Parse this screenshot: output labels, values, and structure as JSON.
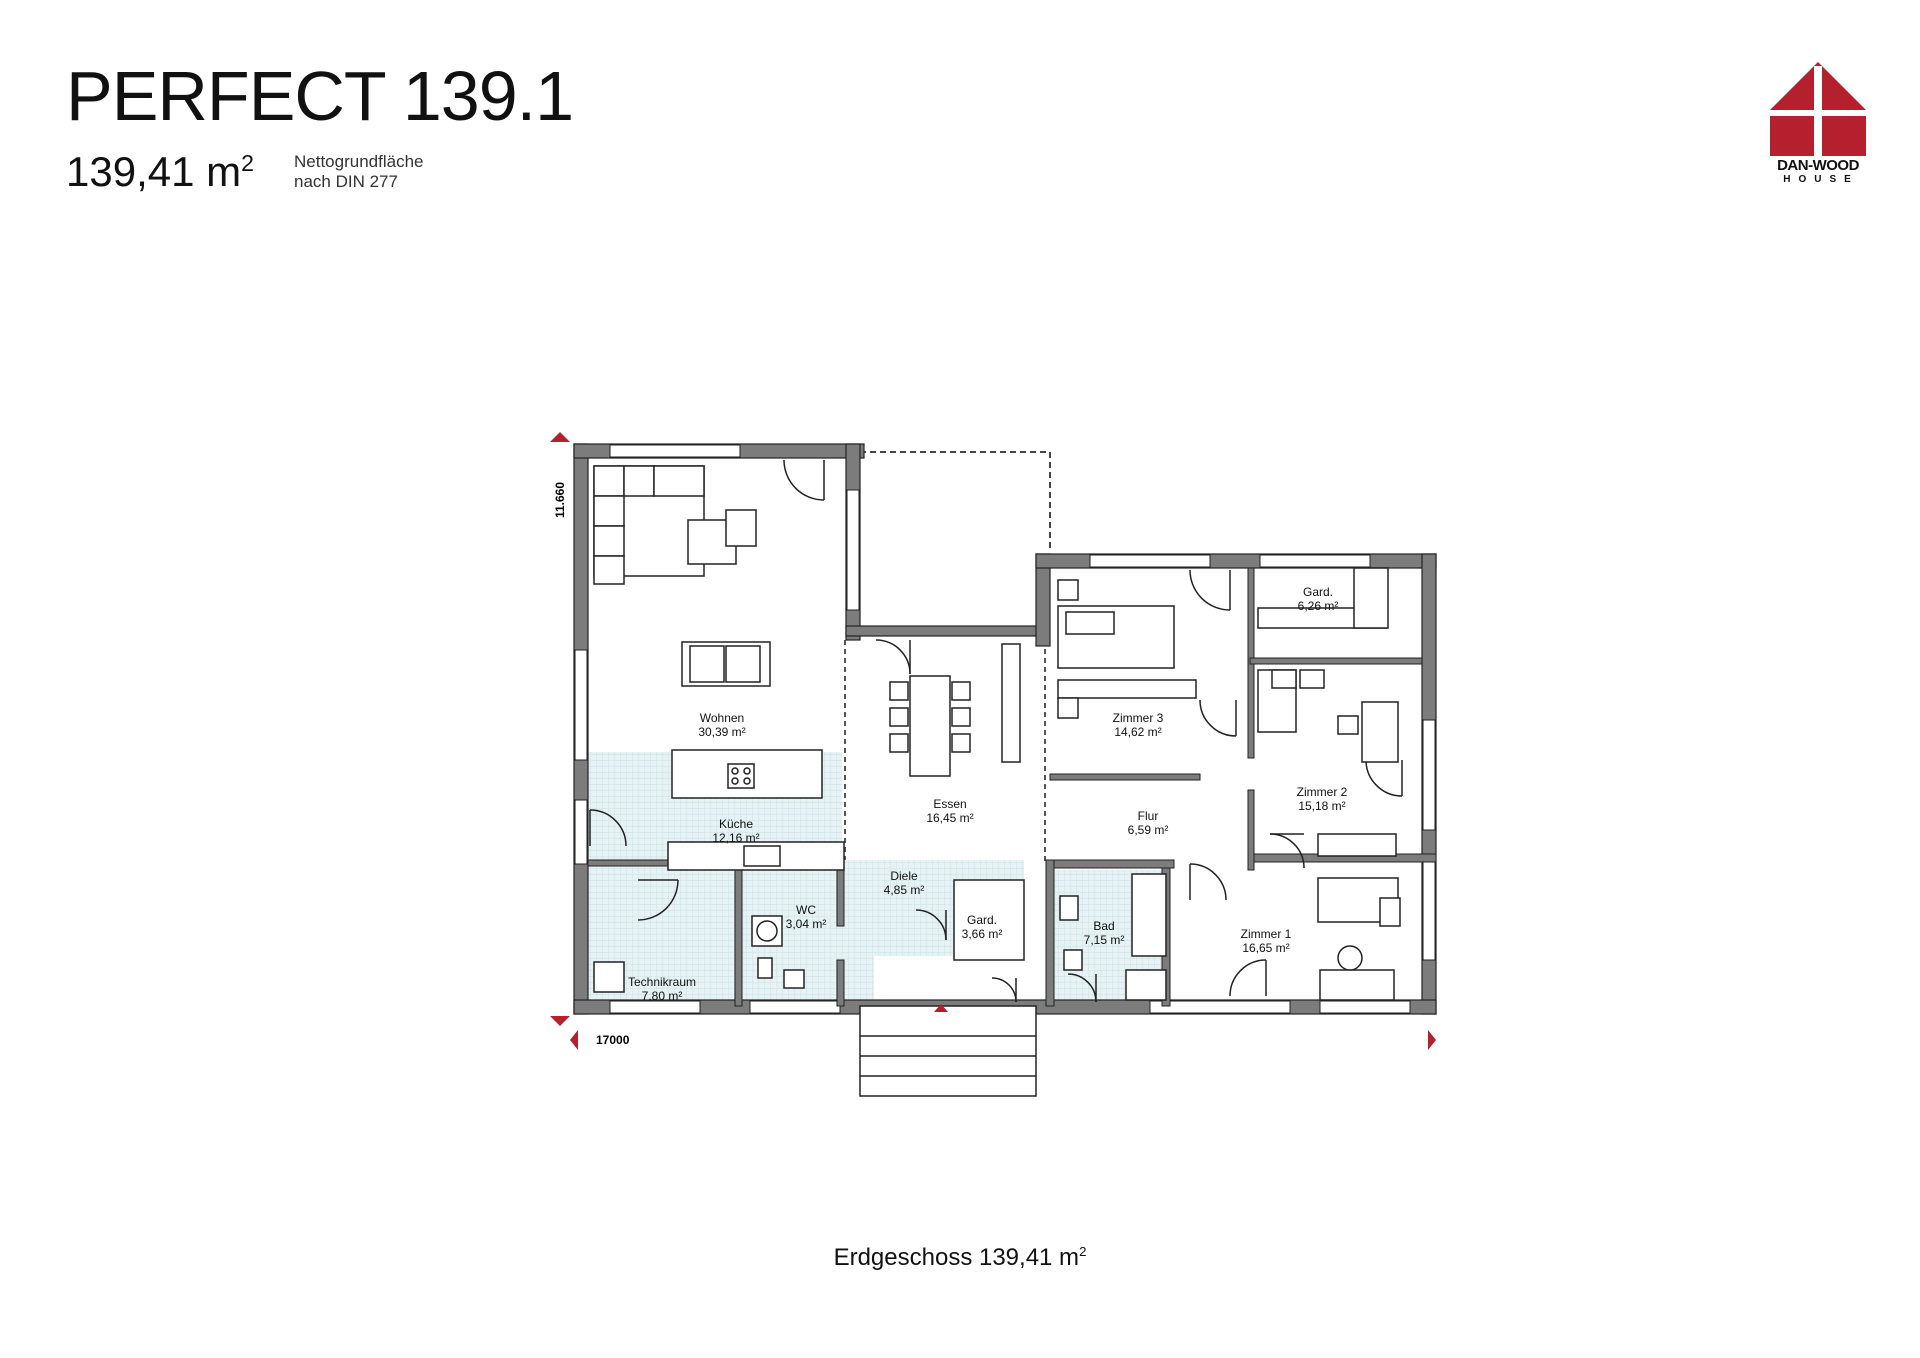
{
  "header": {
    "title": "PERFECT 139.1",
    "area_value": "139,41 m",
    "area_exp": "2",
    "note_line1": "Nettogrundfläche",
    "note_line2": "nach DIN 277"
  },
  "logo": {
    "name": "DAN-WOOD",
    "sub": "HOUSE",
    "icon": "house-cross-icon",
    "color": "#b5202e"
  },
  "dimensions": {
    "height": "11.660",
    "width": "17000"
  },
  "rooms": {
    "wohnen": {
      "name": "Wohnen",
      "area": "30,39 m²"
    },
    "kueche": {
      "name": "Küche",
      "area": "12,16 m²"
    },
    "essen": {
      "name": "Essen",
      "area": "16,45 m²"
    },
    "diele": {
      "name": "Diele",
      "area": "4,85 m²"
    },
    "wc": {
      "name": "WC",
      "area": "3,04 m²"
    },
    "technik": {
      "name": "Technikraum",
      "area": "7,80 m²"
    },
    "gard1": {
      "name": "Gard.",
      "area": "3,66 m²"
    },
    "gard2": {
      "name": "Gard.",
      "area": "6,26 m²"
    },
    "zimmer3": {
      "name": "Zimmer 3",
      "area": "14,62 m²"
    },
    "zimmer2": {
      "name": "Zimmer 2",
      "area": "15,18 m²"
    },
    "zimmer1": {
      "name": "Zimmer 1",
      "area": "16,65 m²"
    },
    "flur": {
      "name": "Flur",
      "area": "6,59 m²"
    },
    "bad": {
      "name": "Bad",
      "area": "7,15 m²"
    }
  },
  "footer": {
    "label": "Erdgeschoss 139,41 m",
    "exp": "2"
  },
  "colors": {
    "wall": "#7c7c7c",
    "accent": "#b5202e",
    "tile": "#dfeef0"
  }
}
